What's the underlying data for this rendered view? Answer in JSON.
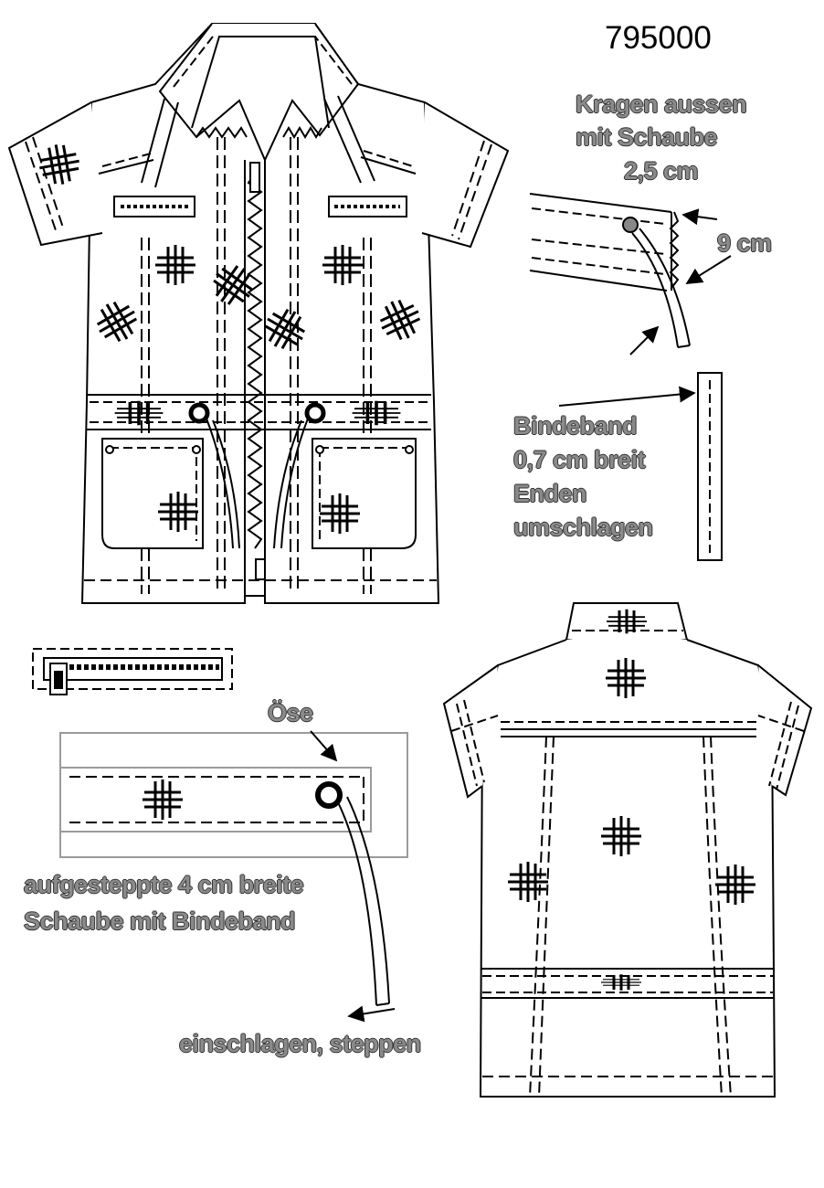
{
  "model_number": "795000",
  "labels": {
    "collar_note": [
      "Kragen aussen",
      "mit Schaube",
      "2,5 cm"
    ],
    "collar_measure": "9 cm",
    "tie_note": [
      "Bindeband",
      "0,7 cm breit",
      "Enden",
      "umschlagen"
    ],
    "eyelet": "Öse",
    "casing_note": [
      "aufgesteppte 4 cm breite",
      "Schaube mit Bindeband"
    ],
    "tie_end_note": "einschlagen, steppen"
  },
  "colors": {
    "line": "#000000",
    "label_fill": "#8a8a8a",
    "label_outline": "#333333",
    "box_stroke": "#9a9a9a"
  },
  "icons": [
    "front-view-drawing",
    "back-view-drawing",
    "collar-detail-drawing",
    "tie-band-detail-drawing",
    "zipper-detail-drawing",
    "casing-detail-drawing",
    "arrow-icon"
  ]
}
